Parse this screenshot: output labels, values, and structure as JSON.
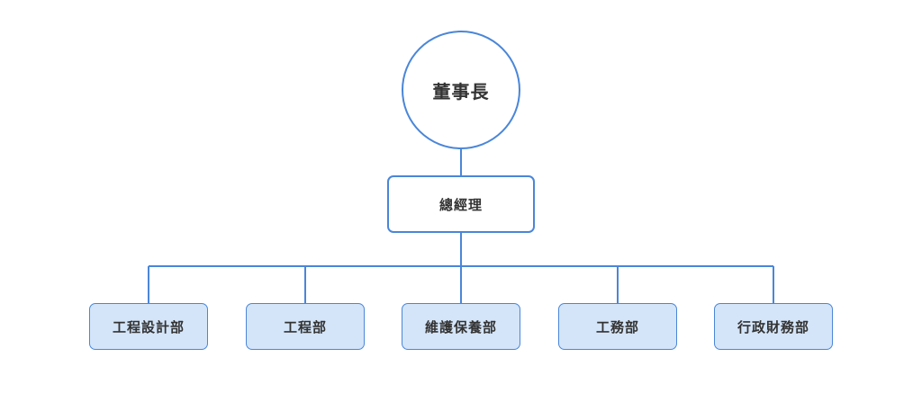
{
  "chart": {
    "root": {
      "label": "董事長"
    },
    "manager": {
      "label": "總經理"
    },
    "departments": [
      {
        "label": "工程設計部"
      },
      {
        "label": "工程部"
      },
      {
        "label": "維護保養部"
      },
      {
        "label": "工務部"
      },
      {
        "label": "行政財務部"
      }
    ]
  },
  "colors": {
    "line": "#4a86d8",
    "dept_fill": "#d4e5f9",
    "text": "#333333"
  }
}
